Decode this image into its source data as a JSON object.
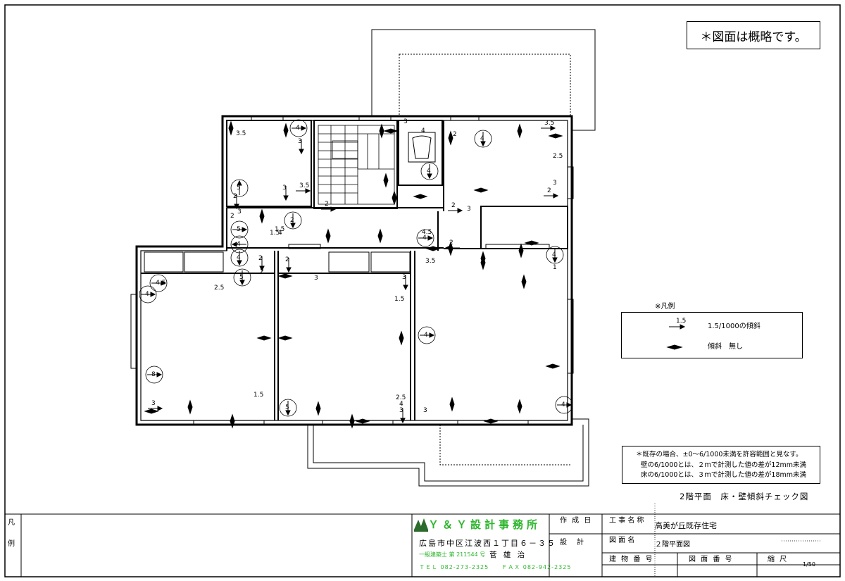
{
  "note": "＊図面は概略です。",
  "legend": {
    "title": "※凡例",
    "slope_value": "1.5",
    "slope_text": "1.5/1000の傾斜",
    "flat_text": "傾斜　無し"
  },
  "tolerance": {
    "line1": "＊既存の場合、±0〜6/1000未満を許容範囲と見なす。",
    "line2": "壁の6/1000とは、２ｍで計測した値の差が12mm未満",
    "line3": "床の6/1000とは、３ｍで計測した値の差が18mm未満"
  },
  "sheet_title": "2階平面　床・壁傾斜チェック図",
  "title_block": {
    "legend_label_1": "凡",
    "legend_label_2": "例",
    "firm_name": "Ｙ＆Ｙ設計事務所",
    "address": "広島市中区江波西１丁目６－３５",
    "license": "一級建築士 第 211544 号",
    "architect": "菅 雄 治",
    "contact": "ＴＥＬ 082-273-2325　　ＦＡＸ 082-942-2325",
    "made_date_label": "作 成 日",
    "design_label": "設　計",
    "project_label": "工 事 名 称",
    "project_name": "高美が丘既存住宅",
    "drawing_label": "図 面 名",
    "drawing_name": "２階平面図",
    "building_no_label": "建 物 番 号",
    "drawing_no_label": "図 面 番 号",
    "scale_label": "縮 尺",
    "scale_value": "1/50"
  },
  "measurements": [
    {
      "v": "4"
    },
    {
      "v": "3"
    },
    {
      "v": "3.5"
    },
    {
      "v": "5"
    },
    {
      "v": "2"
    },
    {
      "v": "3"
    },
    {
      "v": "2"
    },
    {
      "v": "4"
    },
    {
      "v": "2"
    },
    {
      "v": "3.5"
    },
    {
      "v": "3"
    },
    {
      "v": "1.5"
    },
    {
      "v": "4"
    },
    {
      "v": "2"
    },
    {
      "v": "4"
    },
    {
      "v": "3"
    },
    {
      "v": "4"
    },
    {
      "v": "3.5"
    },
    {
      "v": "2.5"
    },
    {
      "v": "3"
    },
    {
      "v": "2"
    },
    {
      "v": "2"
    },
    {
      "v": "2"
    },
    {
      "v": "3"
    },
    {
      "v": "4"
    },
    {
      "v": "5"
    },
    {
      "v": "1.5"
    },
    {
      "v": "4"
    },
    {
      "v": "4.5"
    },
    {
      "v": "2"
    },
    {
      "v": "4"
    },
    {
      "v": "5"
    },
    {
      "v": "4.5"
    },
    {
      "v": "4"
    },
    {
      "v": "2.5"
    },
    {
      "v": "2"
    },
    {
      "v": "2"
    },
    {
      "v": "2"
    },
    {
      "v": "3"
    },
    {
      "v": "3.5"
    },
    {
      "v": "4"
    },
    {
      "v": "1"
    },
    {
      "v": "3"
    },
    {
      "v": "1.5"
    },
    {
      "v": "4"
    },
    {
      "v": "3"
    },
    {
      "v": "8"
    },
    {
      "v": "3"
    },
    {
      "v": "1.5"
    },
    {
      "v": "5"
    },
    {
      "v": "2.5"
    },
    {
      "v": "4"
    },
    {
      "v": "3"
    },
    {
      "v": "4"
    }
  ]
}
